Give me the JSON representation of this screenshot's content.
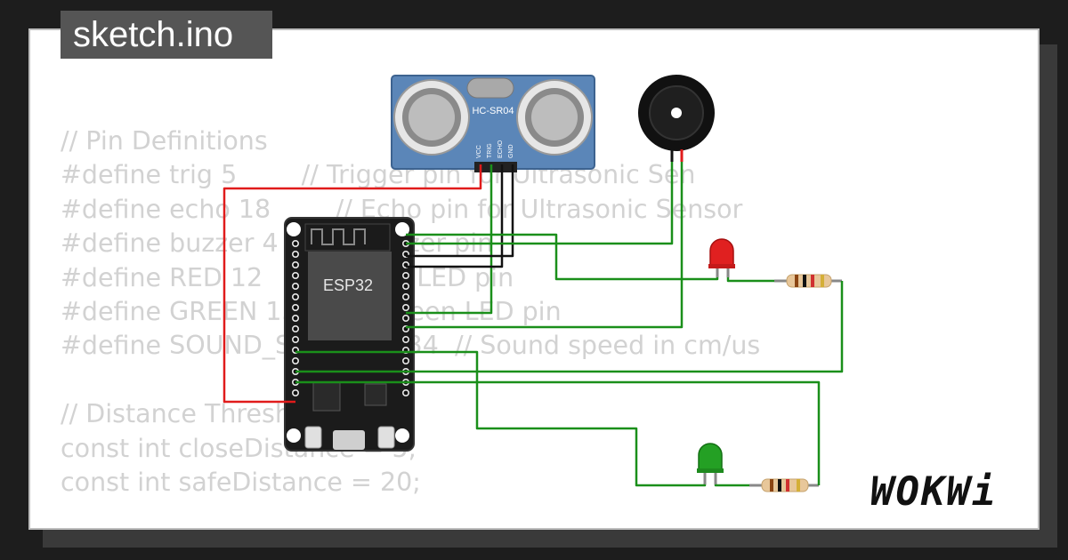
{
  "title": "sketch.ino",
  "brand": "WOKWi",
  "code_lines": [
    "// Pin Definitions",
    "#define trig 5        // Trigger pin for Ultrasonic Sen",
    "#define echo 18        // Echo pin for Ultrasonic Sensor",
    "#define buzzer 4       // Buzzer pin",
    "#define RED 12         // Red LED pin",
    "#define GREEN 13       // Green LED pin",
    "#define SOUND_SPEED 0.034  // Sound speed in cm/us",
    "",
    "// Distance Thresholds (cm)",
    "const int closeDistance = 5;",
    "const int safeDistance = 20;"
  ],
  "sensor": {
    "label": "HC-SR04",
    "pins": [
      "VCC",
      "TRIG",
      "ECHO",
      "GND"
    ]
  },
  "mcu": {
    "label": "ESP32"
  },
  "colors": {
    "wire_power": "#e01b1b",
    "wire_signal": "#1a8f1a",
    "wire_ground": "#111111",
    "board": "#1b1b1b",
    "sensor_board": "#5b86b8",
    "led_red": "#e02020",
    "led_green": "#24a024",
    "resistor": "#e8c79a"
  }
}
